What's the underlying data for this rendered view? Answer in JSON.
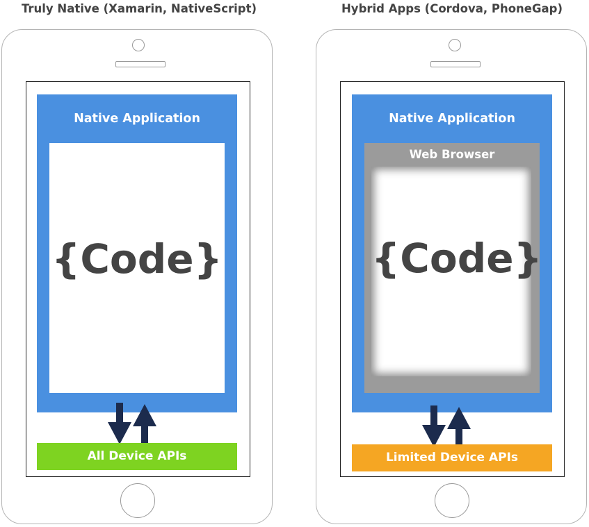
{
  "left_panel": {
    "title": "Truly Native (Xamarin, NativeScript)",
    "native_app_label": "Native Application",
    "code_label": "{Code}",
    "api_label": "All Device APIs"
  },
  "right_panel": {
    "title": "Hybrid Apps (Cordova, PhoneGap)",
    "native_app_label": "Native Application",
    "browser_label": "Web Browser",
    "code_label": "{Code}",
    "api_label": "Limited Device APIs"
  },
  "colors": {
    "native_app_blue": "#4a90e0",
    "all_apis_green": "#7ed321",
    "limited_apis_orange": "#f5a623",
    "browser_gray": "#9b9b9b",
    "arrow_navy": "#1c2b4d"
  },
  "icons": {
    "down_arrow": "arrow-down-icon",
    "up_arrow": "arrow-up-icon"
  }
}
